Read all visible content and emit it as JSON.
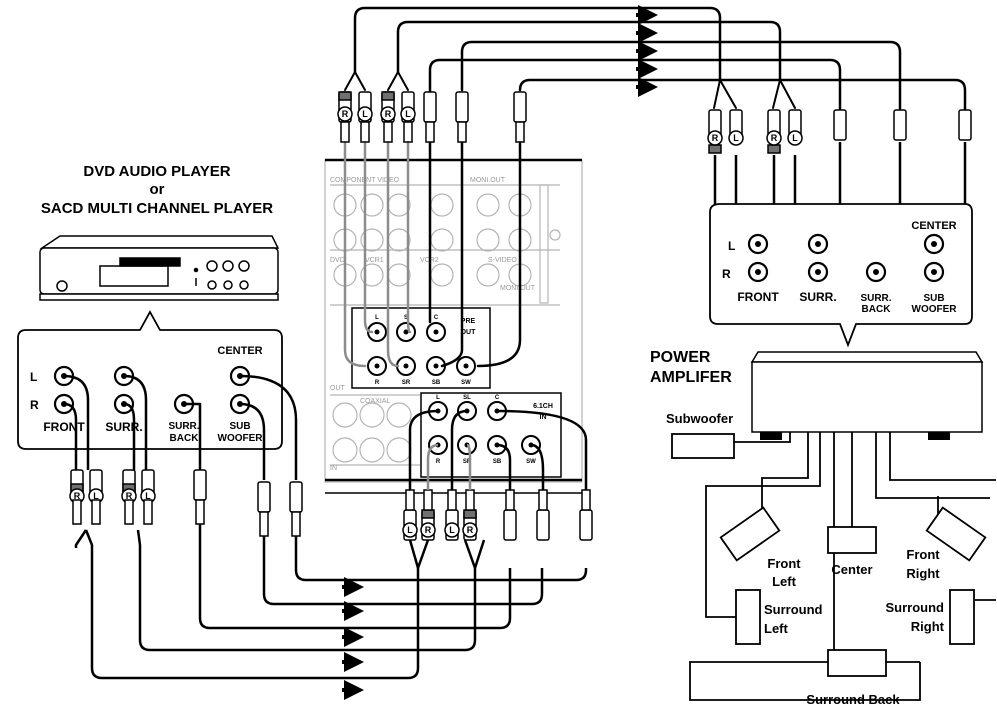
{
  "source_device": {
    "title_lines": [
      "DVD AUDIO PLAYER",
      "or",
      "SACD MULTI CHANNEL PLAYER"
    ],
    "jack_labels": {
      "left": "L",
      "right": "R",
      "front": "FRONT",
      "surround": "SURR.",
      "surround_back_line1": "SURR.",
      "surround_back_line2": "BACK",
      "center": "CENTER",
      "subwoofer_line1": "SUB",
      "subwoofer_line2": "WOOFER"
    }
  },
  "receiver_panel": {
    "pre_out_line1": "PRE",
    "pre_out_line2": "OUT",
    "pre_out_labels": [
      "L",
      "S",
      "C",
      "R",
      "SR",
      "SB",
      "SW"
    ],
    "input_label_line1": "6.1CH",
    "input_label_line2": "IN",
    "input_labels": [
      "L",
      "SL",
      "C",
      "R",
      "SR",
      "SB",
      "SW"
    ],
    "faint_labels": [
      "COMPONENT VIDEO",
      "MONI.OUT",
      "S-VIDEO",
      "DVD",
      "VCR1",
      "VCR2",
      "MONI.OUT",
      "OUT",
      "IN",
      "COAXIAL"
    ]
  },
  "plug_letters": {
    "r": "R",
    "l": "L"
  },
  "amplifier": {
    "title_line1": "POWER",
    "title_line2": "AMPLIFER",
    "jack_labels": {
      "left": "L",
      "right": "R",
      "front": "FRONT",
      "surround": "SURR.",
      "surround_back_line1": "SURR.",
      "surround_back_line2": "BACK",
      "center": "CENTER",
      "subwoofer_line1": "SUB",
      "subwoofer_line2": "WOOFER"
    }
  },
  "speakers": {
    "subwoofer": "Subwoofer",
    "front_left_line1": "Front",
    "front_left_line2": "Left",
    "center": "Center",
    "front_right_line1": "Front",
    "front_right_line2": "Right",
    "surround_left_line1": "Surround",
    "surround_left_line2": "Left",
    "surround_right_line1": "Surround",
    "surround_right_line2": "Right",
    "surround_back": "Surround Back"
  },
  "colors": {
    "line": "#000000",
    "panel_gray": "#b4b4b4",
    "cable_gray": "#8c8c8c",
    "plug_shade": "#707070"
  }
}
